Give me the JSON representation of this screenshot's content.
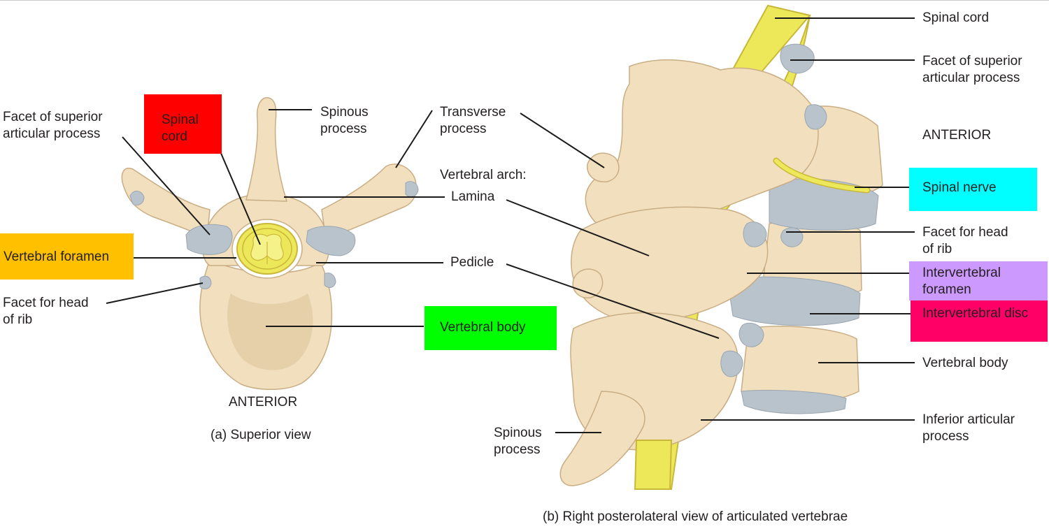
{
  "colors": {
    "bone": "#f1dfbd",
    "bone_shade": "#dcc29a",
    "bone_outline": "#c9ad84",
    "cartilage": "#b9c3cc",
    "cord": "#ece85a",
    "cord_outline": "#c9b73a",
    "leader": "#1a1a1a",
    "red_box": "#ff0000",
    "orange_box": "#ffc000",
    "green_box": "#00ff00",
    "cyan_box": "#00ffff",
    "lavender_box": "#cc99ff",
    "pink_box": "#ff0066"
  },
  "view_a": {
    "caption": "(a) Superior view",
    "orientation": "ANTERIOR",
    "labels": {
      "facet_superior": "Facet of superior\narticular process",
      "spinal_cord": "Spinal\ncord",
      "spinous_process": "Spinous\nprocess",
      "transverse_process": "Transverse\nprocess",
      "vertebral_arch": "Vertebral arch:",
      "lamina": "Lamina",
      "vertebral_foramen": "Vertebral foramen",
      "pedicle": "Pedicle",
      "facet_head_rib": "Facet for head\nof rib",
      "vertebral_body": "Vertebral body"
    }
  },
  "view_b": {
    "caption": "(b) Right posterolateral view of articulated vertebrae",
    "orientation": "ANTERIOR",
    "labels": {
      "spinal_cord": "Spinal cord",
      "facet_superior": "Facet of superior\narticular process",
      "spinal_nerve": "Spinal nerve",
      "facet_head_rib": "Facet for head\nof rib",
      "intervertebral_foramen": "Intervertebral\nforamen",
      "intervertebral_disc": "Intervertebral disc",
      "vertebral_body": "Vertebral body",
      "inferior_articular": "Inferior articular\nprocess",
      "spinous_process": "Spinous\nprocess"
    }
  }
}
